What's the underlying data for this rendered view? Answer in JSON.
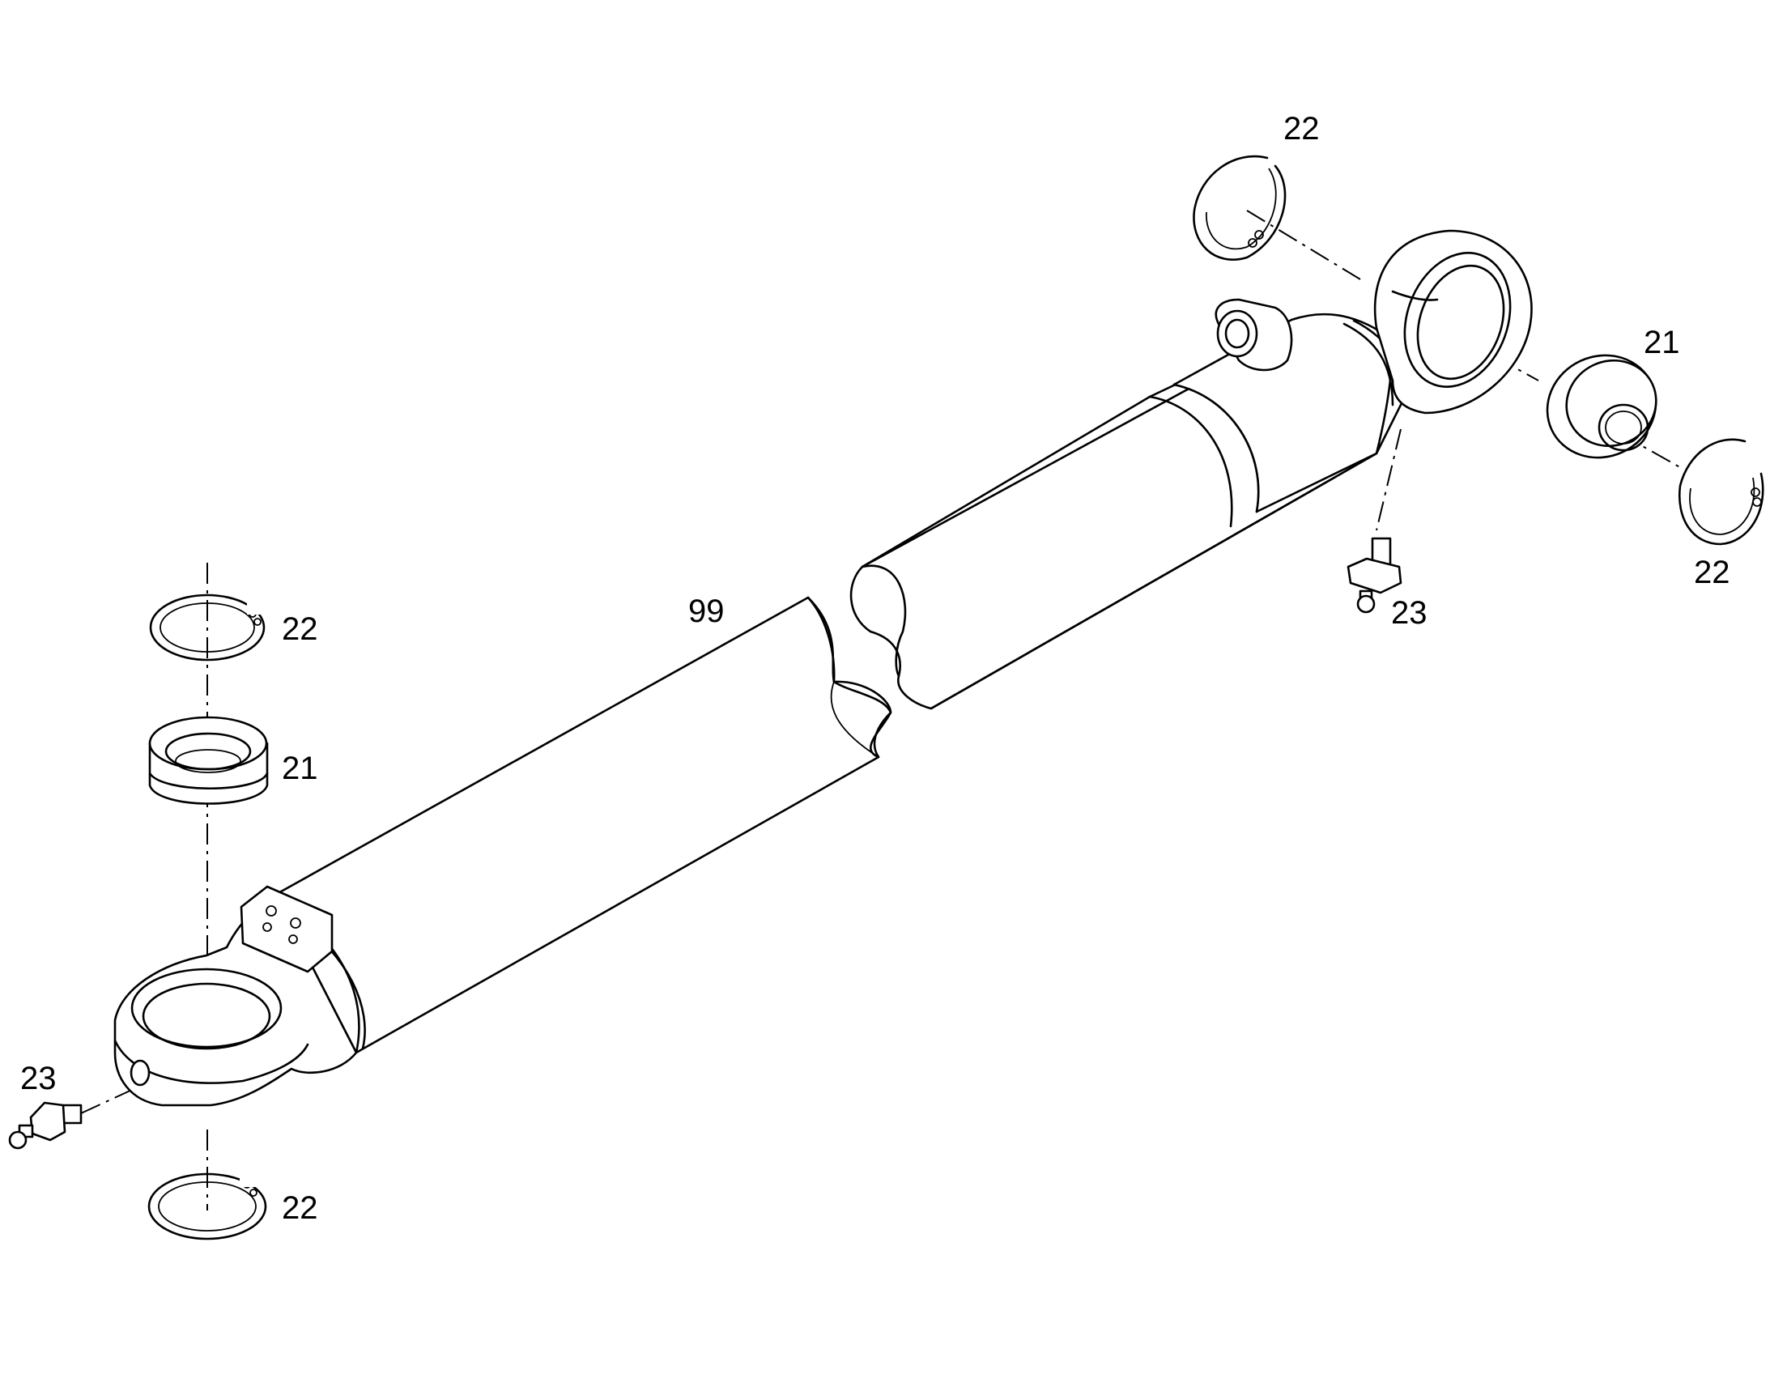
{
  "callouts": {
    "ring_top_right": "22",
    "bearing_right": "21",
    "ring_right": "22",
    "nipple_right": "23",
    "cylinder": "99",
    "ring_top_left": "22",
    "bearing_left": "21",
    "nipple_left": "23",
    "ring_bottom_left": "22"
  }
}
